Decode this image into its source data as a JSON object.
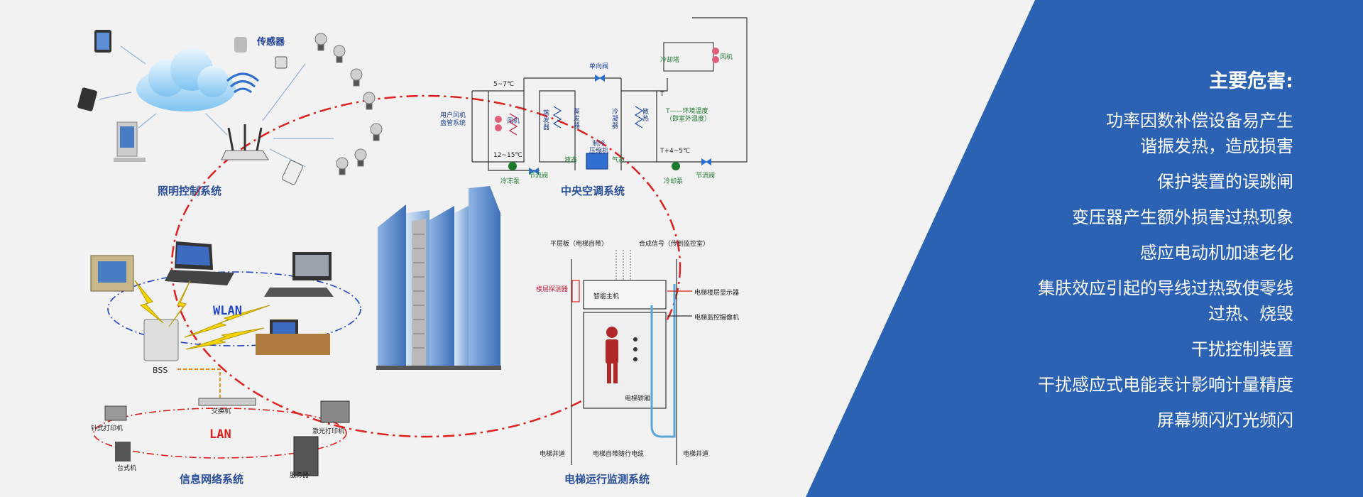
{
  "panel": {
    "title": "主要危害:",
    "harms": [
      "功率因数补偿设备易产生\n谐振发热，造成损害",
      "保护装置的误跳闸",
      "变压器产生额外损害过热现象",
      "感应电动机加速老化",
      "集肤效应引起的导线过热致使零线\n过热、烧毁",
      "干扰控制装置",
      "干扰感应式电能表计影响计量精度",
      "屏幕频闪灯光频闪"
    ]
  },
  "systems": {
    "lighting": "照明控制系统",
    "hvac": "中央空调系统",
    "network": "信息网络系统",
    "elevator": "电梯运行监测系统"
  },
  "lighting_labels": {
    "sensor": "传感器"
  },
  "network_labels": {
    "wlan": "WLAN",
    "lan": "LAN",
    "bss": "BSS",
    "switch": "交换机",
    "needle_printer": "针式打印机",
    "laser_printer": "激光打印机",
    "desktop": "台式机",
    "server": "服务器"
  },
  "hvac_labels": {
    "temp_top": "5~7℃",
    "temp_bottom": "12~15℃",
    "user_fan": "用户风机\n盘管系统",
    "fan": "风机",
    "evaporator": "蒸发器",
    "evaporator2": "蒸发器",
    "condenser": "冷凝器",
    "compressor": "制冷\n压缩机",
    "one_way_valve": "单向阀",
    "cooling_tower": "冷却塔",
    "fan2": "风机",
    "t_label": "T",
    "t_env": "T——环境温度\n（即室外温度）",
    "t_plus": "T+4~5℃",
    "chilled_pump": "冷冻泵",
    "cooling_pump": "冷却泵",
    "throttle_valve": "节流阀",
    "throttle_valve2": "节流阀",
    "liquid": "液态",
    "gas": "气态",
    "heat": "散热"
  },
  "elevator_labels": {
    "level_board": "平层板（电梯自带）",
    "compose_signal": "合成信号（传到监控室）",
    "floor_detector": "楼层探测器",
    "floor_display": "电梯楼层显示器",
    "camera": "电梯监控摄像机",
    "cabin": "电梯轿厢",
    "shaft_left": "电梯井道",
    "shaft_right": "电梯井道",
    "cable": "电梯自带随行电缆",
    "control": "智能主机"
  },
  "colors": {
    "panel_blue": "#2c62b4",
    "label_blue": "#2a4f9a",
    "ring_red": "#e0201e",
    "wlan_blue": "#2345c8"
  }
}
